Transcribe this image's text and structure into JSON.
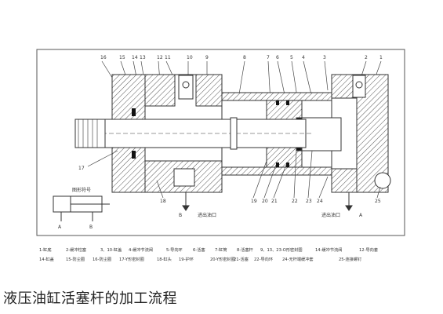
{
  "caption": "液压油缸活塞杆的加工流程",
  "diagram": {
    "callouts_top": [
      "16",
      "15",
      "14",
      "13",
      "12",
      "11",
      "10",
      "9",
      "8",
      "7",
      "6",
      "5",
      "4",
      "3",
      "2",
      "1"
    ],
    "callouts_bottom": [
      "17",
      "18",
      "19",
      "20",
      "21",
      "22",
      "23",
      "24",
      "25"
    ],
    "symbol_label": "图形符号",
    "symbol_ports": [
      "A",
      "B"
    ],
    "port_label": "进出油口",
    "port_letters": [
      "B",
      "A"
    ],
    "legend_rows": [
      [
        "1-缸底",
        "2-缓冲柱塞",
        "3、10-缸盖",
        "4-缓冲节流阀",
        "5-导向环",
        "6-活塞",
        "7-缸筒",
        "8-活塞杆",
        "9、13、23-O形密封圈",
        "14-缓冲节流阀",
        "12-导向套"
      ],
      [
        "14-缸盖",
        "15-防尘圈",
        "16-防尘圈",
        "17-Y形密封圈",
        "18-缸头",
        "19-护环",
        "20-Y形密封圈",
        "21-活塞",
        "22-导向环",
        "24-无杆端缓冲套",
        "25-连接螺钉"
      ]
    ]
  }
}
